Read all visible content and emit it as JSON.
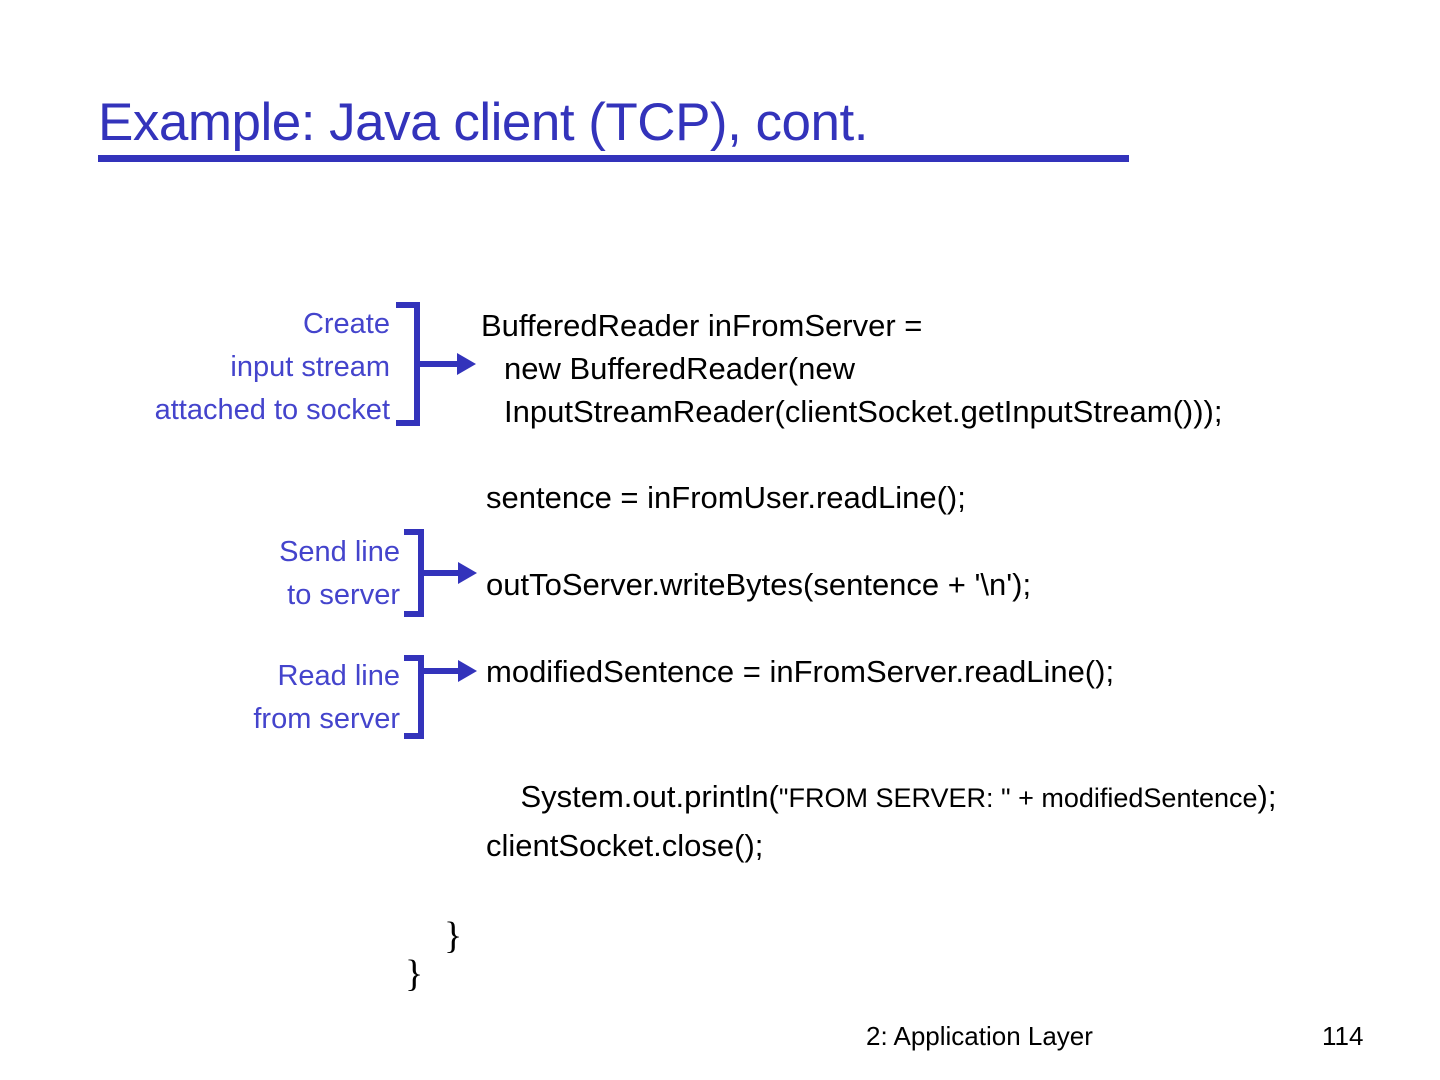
{
  "slide": {
    "title": "Example: Java client (TCP), cont.",
    "accent_color": "#3333bb",
    "annotation_color": "#4444cc",
    "code_color": "#000000",
    "background_color": "#ffffff"
  },
  "annotations": [
    {
      "id": "create-input-stream",
      "lines": [
        "Create",
        "input stream",
        "attached to socket"
      ]
    },
    {
      "id": "send-line-to-server",
      "lines": [
        "Send line",
        "to server"
      ]
    },
    {
      "id": "read-line-from-server",
      "lines": [
        "Read line",
        "from server"
      ]
    }
  ],
  "code": {
    "lines": [
      "BufferedReader inFromServer =",
      "new BufferedReader(new",
      "InputStreamReader(clientSocket.getInputStream()));",
      "sentence = inFromUser.readLine();",
      "outToServer.writeBytes(sentence + '\\n');",
      "modifiedSentence = inFromServer.readLine();",
      "clientSocket.close();"
    ],
    "println": {
      "prefix": "System.out.println(",
      "middle": "\"FROM SERVER: \" + modifiedSentence",
      "suffix": ");"
    },
    "closing_braces": [
      "}",
      "}"
    ]
  },
  "footer": {
    "section": "2: Application Layer",
    "page_number": "114"
  }
}
